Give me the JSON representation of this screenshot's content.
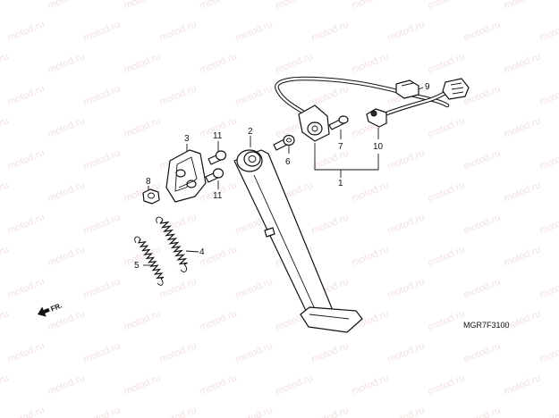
{
  "diagram": {
    "watermark_text": "motod.ru",
    "figure_code": "MGR7F3100",
    "direction_label": "FR.",
    "callouts": [
      "1",
      "2",
      "3",
      "4",
      "5",
      "6",
      "7",
      "8",
      "9",
      "10",
      "11",
      "11"
    ]
  }
}
